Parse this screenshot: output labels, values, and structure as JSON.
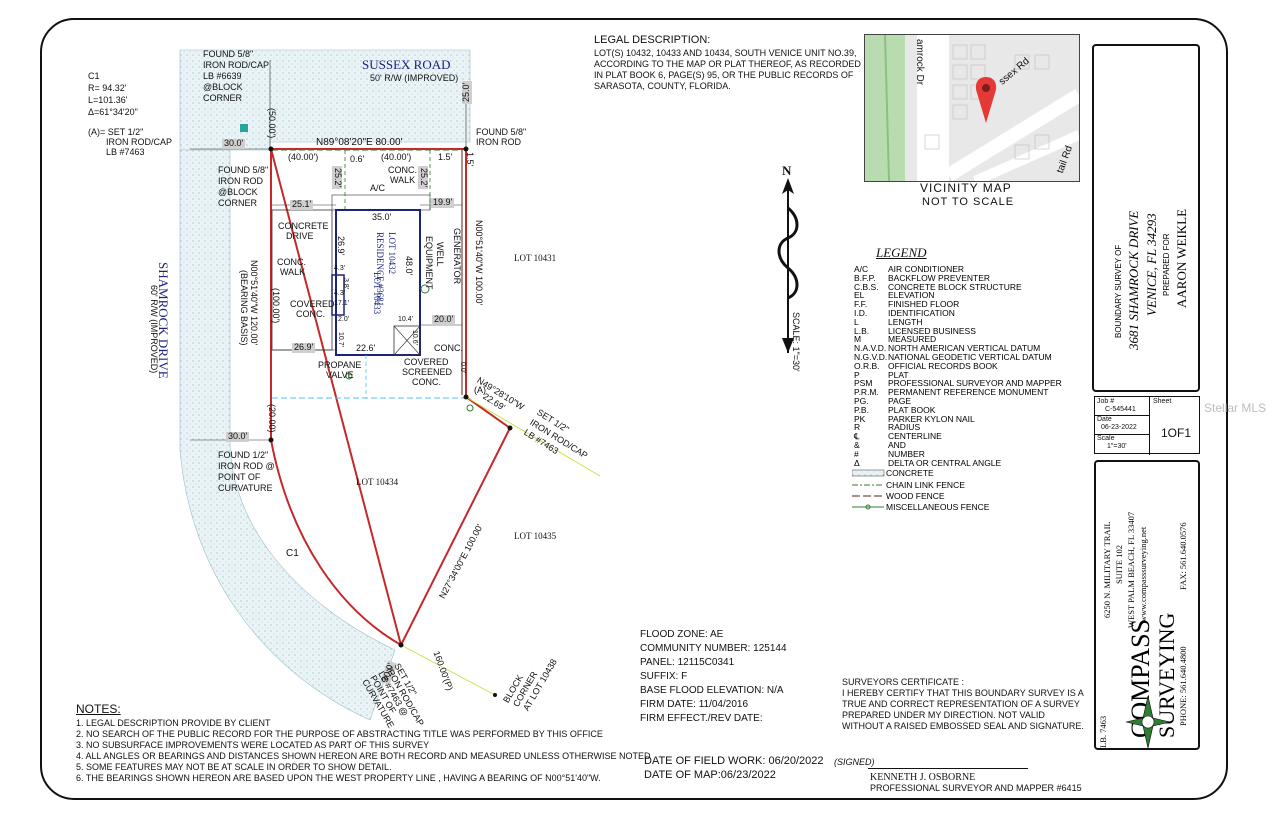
{
  "roads": {
    "sussex_name": "SUSSEX ROAD",
    "sussex_row": "50' R/W (IMPROVED)",
    "shamrock_name": "SHAMROCK DRIVE",
    "shamrock_row": "60' R/W (IMPROVED)"
  },
  "curve": {
    "label": "C1",
    "r": "R= 94.32'",
    "l": "L=101.36'",
    "delta": "Δ=61°34'20\"",
    "curve_label": "C1"
  },
  "symbol_a": {
    "line1": "(A)= SET 1/2\"",
    "line2": "IRON ROD/CAP",
    "line3": "LB #7463"
  },
  "callouts": {
    "found_58_block": [
      "FOUND 5/8\"",
      "IRON ROD/CAP",
      "LB #6639",
      "@BLOCK",
      "CORNER"
    ],
    "found_58_right": [
      "FOUND 5/8\"",
      "IRON ROD"
    ],
    "found_58_block2": [
      "FOUND 5/8\"",
      "IRON ROD",
      "@BLOCK",
      "CORNER"
    ],
    "found_12": [
      "FOUND 1/2\"",
      "IRON ROD @",
      "POINT OF",
      "CURVATURE"
    ],
    "set_12_right": [
      "SET 1/2\"",
      "IRON ROD/CAP",
      "LB #7463"
    ],
    "set_12_bottom": [
      "SET 1/2\"",
      "IRON ROD/CAP",
      "LB #7463 @",
      "POINT OF",
      "CURVATURE"
    ],
    "block_corner": [
      "BLOCK",
      "CORNER",
      "AT LOT 10438"
    ]
  },
  "dims": {
    "north_bearing": "N89°08'20\"E  80.00'",
    "d50": "(50.00')",
    "d25": "25.0'",
    "d30_top": "30.0'",
    "d40_left": "(40.00')",
    "d06": "0.6'",
    "d40_right": "(40.00')",
    "d15": "1.5'",
    "d15b": "1.5'",
    "d252a": "25.2'",
    "d252b": "25.2'",
    "d251": "25.1'",
    "d199": "19.9'",
    "d350": "35.0'",
    "d269": "26.9'",
    "d480": "48.0'",
    "d43": "4.3'",
    "d38": "3.8'",
    "d43b": "4.3'",
    "d171": "17.1'",
    "d20": "2.0'",
    "d107": "10.7'",
    "d104": "10.4'",
    "d200": "20.0'",
    "d106": "10.6'",
    "d269b": "26.9'",
    "d226": "22.6'",
    "d00": "0.0'",
    "east_bearing": "N00°51'40\"W  100.00'",
    "west_bearing": "N00°51'40\"W  120.00'",
    "bearing_basis": "(BEARING BASIS)",
    "d100": "(100.00')",
    "d20p": "(20.00)",
    "d30_bot": "30.0'",
    "se_bearing": "N49°28'10\"W",
    "se_dist": "22.69'",
    "se_a": "(A)",
    "sw_bearing": "N27°34'00\"E  100.00'",
    "d160": "160.00'(P)",
    "d30_curve": "30.0'"
  },
  "features": {
    "ac": "A/C",
    "conc_walk_top": [
      "CONC.",
      "WALK"
    ],
    "concrete_drive": [
      "CONCRETE",
      "DRIVE"
    ],
    "conc_walk_left": [
      "CONC.",
      "WALK"
    ],
    "covered_conc": [
      "COVERED",
      "CONC."
    ],
    "generator": "GENERATOR",
    "well_equipment": [
      "WELL",
      "EQUIPMENT"
    ],
    "residence": [
      "LOT  10432",
      "RESIDENCE #3681"
    ],
    "lot_10433": "LOT  10433",
    "propane": [
      "PROPANE",
      "VALVE"
    ],
    "covered_screened": [
      "COVERED",
      "SCREENED",
      "CONC."
    ],
    "conc": "CONC."
  },
  "lots": {
    "l10431": "LOT  10431",
    "l10434": "LOT  10434",
    "l10435": "LOT  10435"
  },
  "north_arrow": {
    "n": "N",
    "scale": "SCALE: 1\"=30'"
  },
  "legal": {
    "title": "LEGAL DESCRIPTION:",
    "lines": [
      "LOT(S) 10432, 10433 AND 10434, SOUTH VENICE UNIT NO.39,",
      "ACCORDING TO THE MAP OR PLAT THEREOF, AS RECORDED",
      "IN PLAT BOOK 6, PAGE(S) 95, OR THE PUBLIC RECORDS OF",
      "SARASOTA, COUNTY, FLORIDA."
    ]
  },
  "vicinity": {
    "title": "VICINITY MAP",
    "subtitle": "NOT TO SCALE",
    "street1": "amrock Dr",
    "street2": "ssex Rd",
    "street3": "tail Rd"
  },
  "legend": {
    "title": "LEGEND",
    "items": [
      [
        "A/C",
        "AIR CONDITIONER"
      ],
      [
        "B.F.P.",
        "BACKFLOW PREVENTER"
      ],
      [
        "C.B.S.",
        "CONCRETE BLOCK STRUCTURE"
      ],
      [
        "EL",
        "ELEVATION"
      ],
      [
        "F.F.",
        "FINISHED FLOOR"
      ],
      [
        "I.D.",
        "IDENTIFICATION"
      ],
      [
        "L",
        "LENGTH"
      ],
      [
        "L.B.",
        "LICENSED BUSINESS"
      ],
      [
        "M",
        "MEASURED"
      ],
      [
        "N.A.V.D.",
        "NORTH AMERICAN VERTICAL DATUM"
      ],
      [
        "N.G.V.D.",
        "NATIONAL GEODETIC VERTICAL DATUM"
      ],
      [
        "O.R.B.",
        "OFFICIAL RECORDS BOOK"
      ],
      [
        "P",
        "PLAT"
      ],
      [
        "PSM",
        "PROFESSIONAL SURVEYOR AND MAPPER"
      ],
      [
        "P.R.M.",
        "PERMANENT REFERENCE MONUMENT"
      ],
      [
        "PG.",
        "PAGE"
      ],
      [
        "P.B.",
        "PLAT BOOK"
      ],
      [
        "PK",
        "PARKER KYLON NAIL"
      ],
      [
        "R",
        "RADIUS"
      ],
      [
        "℄",
        "CENTERLINE"
      ],
      [
        "&",
        "AND"
      ],
      [
        "#",
        "NUMBER"
      ],
      [
        "Δ",
        "DELTA OR CENTRAL ANGLE"
      ]
    ],
    "concrete": "CONCRETE",
    "chain_link": "CHAIN LINK FENCE",
    "wood": "WOOD FENCE",
    "misc": "MISCELLANEOUS FENCE"
  },
  "title_block": {
    "line1": "BOUNDARY SURVEY OF",
    "line2": "3681 SHAMROCK DRIVE",
    "line3": "VENICE, FL 34293",
    "line4": "PREPARED FOR",
    "line5": "AARON WEIKLE"
  },
  "sheet": {
    "job_label": "Job #",
    "job": "C-545441",
    "sheet_label": "Sheet",
    "date_label": "Date",
    "date": "06-23-2022",
    "scale_label": "Scale",
    "scale": "1\"=30'",
    "pages": "1OF1"
  },
  "watermark": "Stellar MLS",
  "company": {
    "addr1": "6250 N. MILITARY TRAIL",
    "addr2": "SUITE 102",
    "addr3": "WEST PALM BEACH, FL 33407",
    "web": "www.compasssurveying.net",
    "name1": "COMPASS",
    "name2": "SURVEYING",
    "phone": "PHONE: 561.640.4800",
    "fax": "FAX: 561.640.0576",
    "lb": "LB. 7463"
  },
  "flood": [
    "FLOOD ZONE: AE",
    "COMMUNITY NUMBER: 125144",
    "PANEL: 12115C0341",
    "SUFFIX: F",
    "BASE FLOOD ELEVATION: N/A",
    "FIRM DATE: 11/04/2016",
    "FIRM EFFECT./REV DATE:"
  ],
  "dates": {
    "field": "DATE OF FIELD WORK: 06/20/2022",
    "map": "DATE OF MAP:06/23/2022"
  },
  "certificate": {
    "title": "SURVEYORS CERTIFICATE :",
    "lines": [
      "I HEREBY CERTIFY THAT THIS BOUNDARY SURVEY  IS A",
      "TRUE AND CORRECT REPRESENTATION OF A SURVEY",
      "PREPARED UNDER MY DIRECTION. NOT VALID",
      "WITHOUT A RAISED EMBOSSED SEAL AND SIGNATURE."
    ],
    "signed": "(SIGNED)",
    "name": "KENNETH J. OSBORNE",
    "role": "PROFESSIONAL SURVEYOR AND MAPPER #6415"
  },
  "notes": {
    "title": "NOTES:",
    "items": [
      "1. LEGAL DESCRIPTION PROVIDE BY CLIENT",
      "2. NO SEARCH OF THE PUBLIC RECORD FOR THE PURPOSE OF ABSTRACTING TITLE WAS PERFORMED BY THIS OFFICE",
      "3. NO SUBSURFACE IMPROVEMENTS WERE LOCATED AS PART OF THIS SURVEY",
      "4. ALL ANGLES OR BEARINGS AND DISTANCES SHOWN HEREON ARE BOTH RECORD AND MEASURED UNLESS OTHERWISE NOTED",
      "5. SOME FEATURES MAY NOT BE AT SCALE IN ORDER TO SHOW DETAIL.",
      "6. THE BEARINGS SHOWN HEREON ARE BASED UPON THE WEST PROPERTY LINE , HAVING A BEARING OF N00°51'40\"W."
    ]
  }
}
